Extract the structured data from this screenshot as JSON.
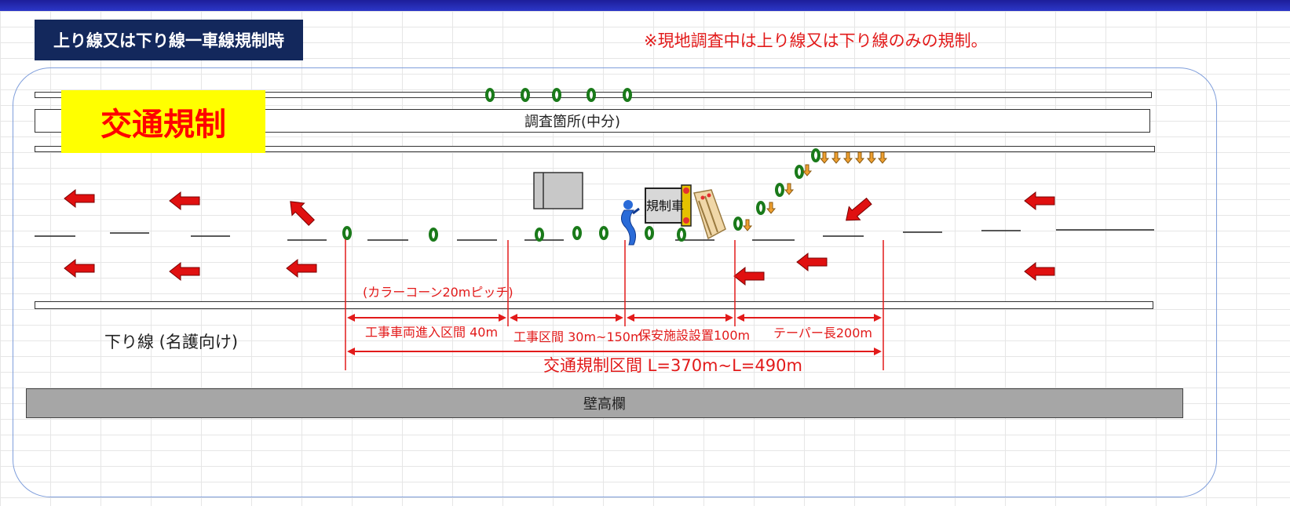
{
  "header": {
    "title": "上り線又は下り線一車線規制時",
    "notice": "※現地調査中は上り線又は下り線のみの規制。"
  },
  "road": {
    "median_label": "調査箇所(中分)",
    "direction_label": "下り線 (名護向け)",
    "wall_label": "壁高欄"
  },
  "regulation": {
    "label": "交通規制",
    "vehicle_label": "規制車"
  },
  "measurements": {
    "cone_pitch_label": "(カラーコーン20mピッチ)",
    "section_vehicle_entry": "工事車両進入区間 40m",
    "section_work": "工事区間 30m~150m",
    "section_safety": "保安施設設置100m",
    "section_taper": "テーパー長200m",
    "total_label": "交通規制区間 L=370m~L=490m"
  },
  "colors": {
    "header_bar": "#2c37c8",
    "title_bg": "#13285c",
    "regulation_bg": "#ffff00",
    "regulation_text": "#ff0000",
    "dimension_red": "#e21a1a",
    "cone_green": "#1a7a1a",
    "taper_orange": "#f0a030",
    "wall_gray": "#a6a6a6"
  }
}
